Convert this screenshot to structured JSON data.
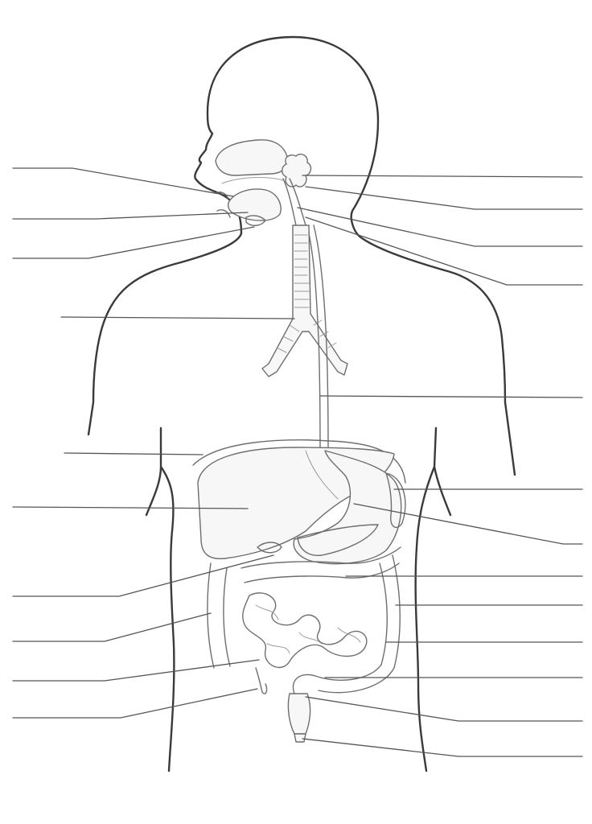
{
  "diagram": {
    "type": "unlabeled anatomical worksheet",
    "line_color": "#3a3a3a",
    "leader_color": "#555555",
    "background": "#ffffff",
    "label_blanks_left": 10,
    "label_blanks_right": 13
  }
}
